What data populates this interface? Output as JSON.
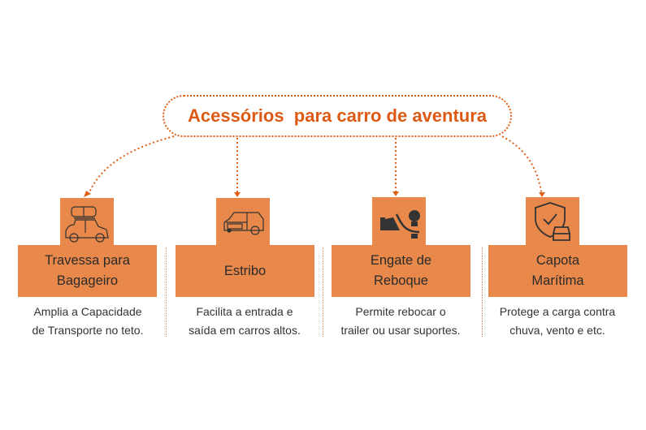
{
  "title": "Acessórios  para carro de aventura",
  "colors": {
    "accent": "#e8884a",
    "title": "#dc5a14"
  },
  "items": [
    {
      "icon": "car-roof-rack-icon",
      "label_line1": "Travessa para",
      "label_line2": "Bagageiro",
      "desc_line1": "Amplia a Capacidade",
      "desc_line2": "de Transporte no teto."
    },
    {
      "icon": "suv-icon",
      "label_line1": "Estribo",
      "label_line2": "",
      "desc_line1": "Facilita a entrada e",
      "desc_line2": "saída em carros altos."
    },
    {
      "icon": "tow-hitch-icon",
      "label_line1": "Engate de",
      "label_line2": "Reboque",
      "desc_line1": "Permite rebocar o",
      "desc_line2": "trailer ou usar suportes."
    },
    {
      "icon": "shield-car-icon",
      "label_line1": "Capota",
      "label_line2": "Marítima",
      "desc_line1": "Protege a carga contra",
      "desc_line2": "chuva, vento e etc."
    }
  ]
}
